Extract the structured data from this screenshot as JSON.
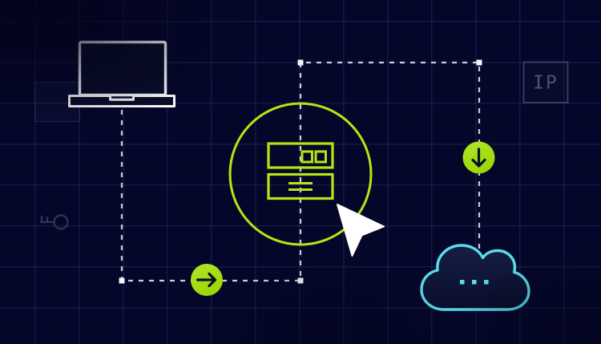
{
  "illustration": {
    "labels": {
      "ip_badge": "IP"
    },
    "icons": [
      "laptop-icon",
      "server-browser-icon",
      "cursor-pointer-icon",
      "cloud-icon",
      "key-icon",
      "ip-badge",
      "arrow-right-icon",
      "arrow-down-icon",
      "dashed-connector-path",
      "corner-node-markers"
    ],
    "colors": {
      "background": "#05072a",
      "grid_line": "#2a3154",
      "lime_stroke": "#b4e614",
      "lime_fill": "#a6e013",
      "arrow_dark": "#0b0e28",
      "cyan": "#5adceb",
      "white": "#ffffff",
      "dash": "#c9cdd8",
      "node": "#f2f4f7",
      "key": "#2f3554",
      "badge_border": "#3e466b",
      "badge_text": "#4a527d"
    }
  }
}
